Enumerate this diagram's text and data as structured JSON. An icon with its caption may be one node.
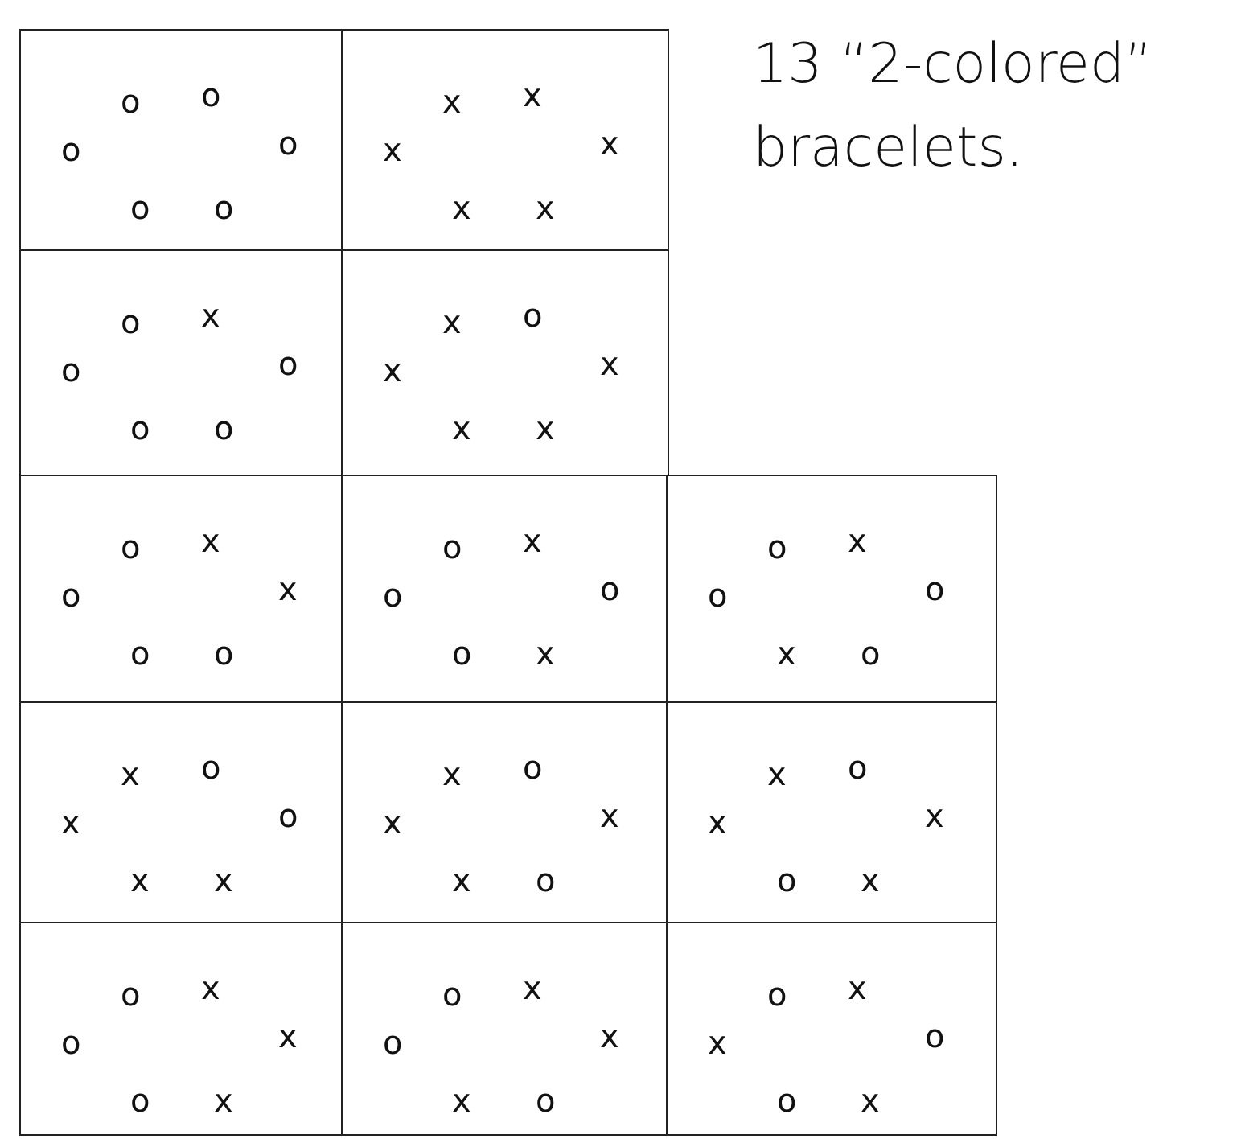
{
  "diagram": {
    "title": "13 “2-colored” bracelets.",
    "nodes": [
      {
        "text": [
          "o",
          "o",
          "o",
          "o",
          "o",
          "o"
        ]
      },
      {
        "text": [
          "x",
          "x",
          "x",
          "x",
          "x",
          "x"
        ]
      },
      {
        "text": [
          "o",
          "x",
          "o",
          "o",
          "o",
          "o"
        ]
      },
      {
        "text": [
          "x",
          "o",
          "x",
          "x",
          "x",
          "x"
        ]
      },
      {
        "text": [
          "o",
          "x",
          "o",
          "x",
          "o",
          "o"
        ]
      },
      {
        "text": [
          "o",
          "x",
          "o",
          "o",
          "o",
          "x"
        ]
      },
      {
        "text": [
          "o",
          "x",
          "o",
          "o",
          "x",
          "o"
        ]
      },
      {
        "text": [
          "x",
          "o",
          "x",
          "o",
          "x",
          "x"
        ]
      },
      {
        "text": [
          "x",
          "o",
          "x",
          "x",
          "x",
          "o"
        ]
      },
      {
        "text": [
          "x",
          "o",
          "x",
          "x",
          "o",
          "x"
        ]
      },
      {
        "text": [
          "o",
          "x",
          "o",
          "x",
          "o",
          "x"
        ]
      },
      {
        "text": [
          "o",
          "x",
          "o",
          "x",
          "x",
          "o"
        ]
      },
      {
        "text": [
          "o",
          "x",
          "x",
          "o",
          "o",
          "x"
        ]
      }
    ]
  }
}
